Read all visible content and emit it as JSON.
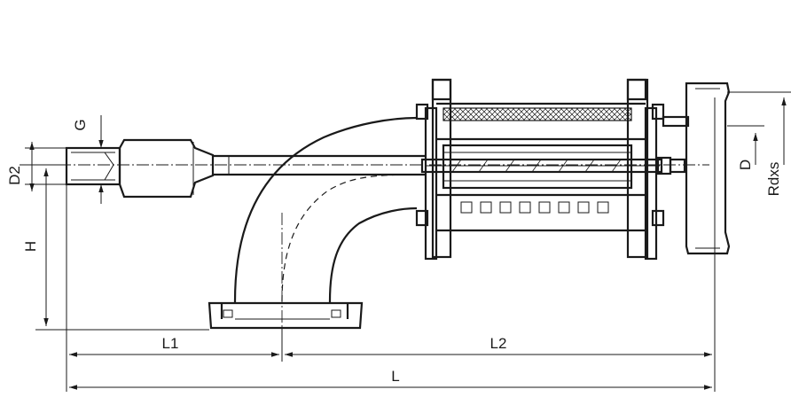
{
  "labels": {
    "g": "G",
    "d2": "D2",
    "h": "H",
    "d": "D",
    "rdxs": "Rdxs",
    "l1": "L1",
    "l2": "L2",
    "l": "L"
  }
}
